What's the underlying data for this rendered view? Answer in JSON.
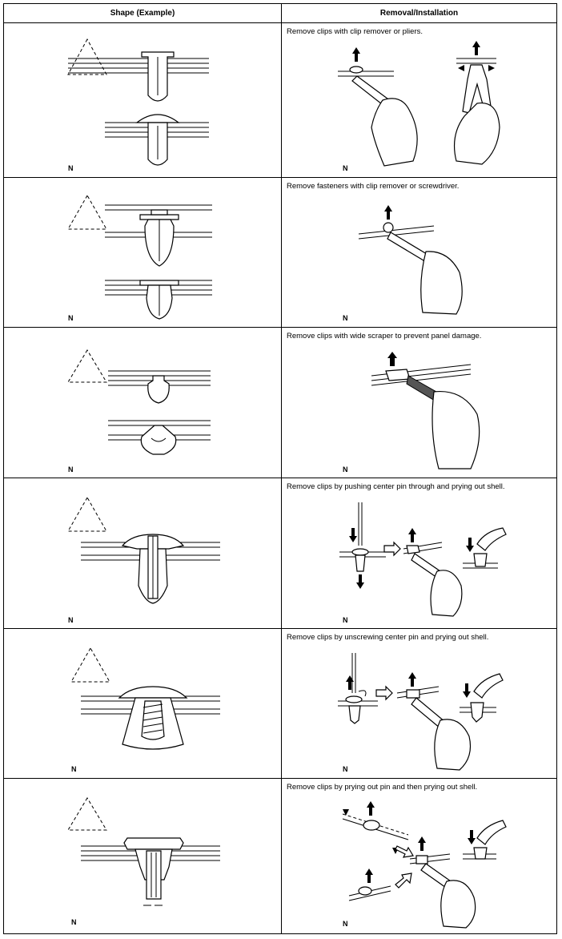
{
  "table": {
    "headers": {
      "shape": "Shape (Example)",
      "removal": "Removal/Installation"
    },
    "rows": [
      {
        "text": "Remove clips with clip remover or pliers.",
        "shape_label": "N",
        "removal_label": "N"
      },
      {
        "text": "Remove fasteners with clip remover or screwdriver.",
        "shape_label": "N",
        "removal_label": "N"
      },
      {
        "text": "Remove clips with wide scraper to prevent panel damage.",
        "shape_label": "N",
        "removal_label": "N"
      },
      {
        "text": "Remove clips by pushing center pin through and prying out shell.",
        "shape_label": "N",
        "removal_label": "N"
      },
      {
        "text": "Remove clips by unscrewing center pin and prying out shell.",
        "shape_label": "N",
        "removal_label": "N"
      },
      {
        "text": "Remove clips by prying out pin and then prying out shell.",
        "shape_label": "N",
        "removal_label": "N"
      }
    ]
  },
  "icons": [
    "warning-triangle-icon",
    "arrow-up-icon",
    "arrow-down-icon",
    "arrow-right-icon"
  ]
}
